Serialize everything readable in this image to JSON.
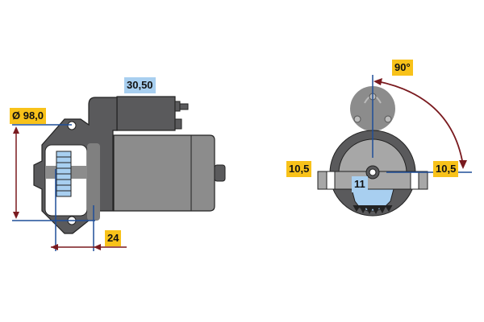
{
  "side_view": {
    "solenoid_label": "30,50",
    "diameter_label": "Ø 98,0",
    "flange_offset_label": "24"
  },
  "front_view": {
    "angle_label": "90°",
    "left_offset_label": "10,5",
    "right_offset_label": "10,5",
    "teeth_label": "11"
  },
  "colors": {
    "body_dark": "#5a5a5c",
    "body_mid": "#8c8c8c",
    "body_light": "#a7a7a7",
    "dim_blue": "#1f4e99",
    "dim_red": "#7a1a1f",
    "label_yellow": "#f8c21a",
    "label_blue": "#a8cff0"
  }
}
